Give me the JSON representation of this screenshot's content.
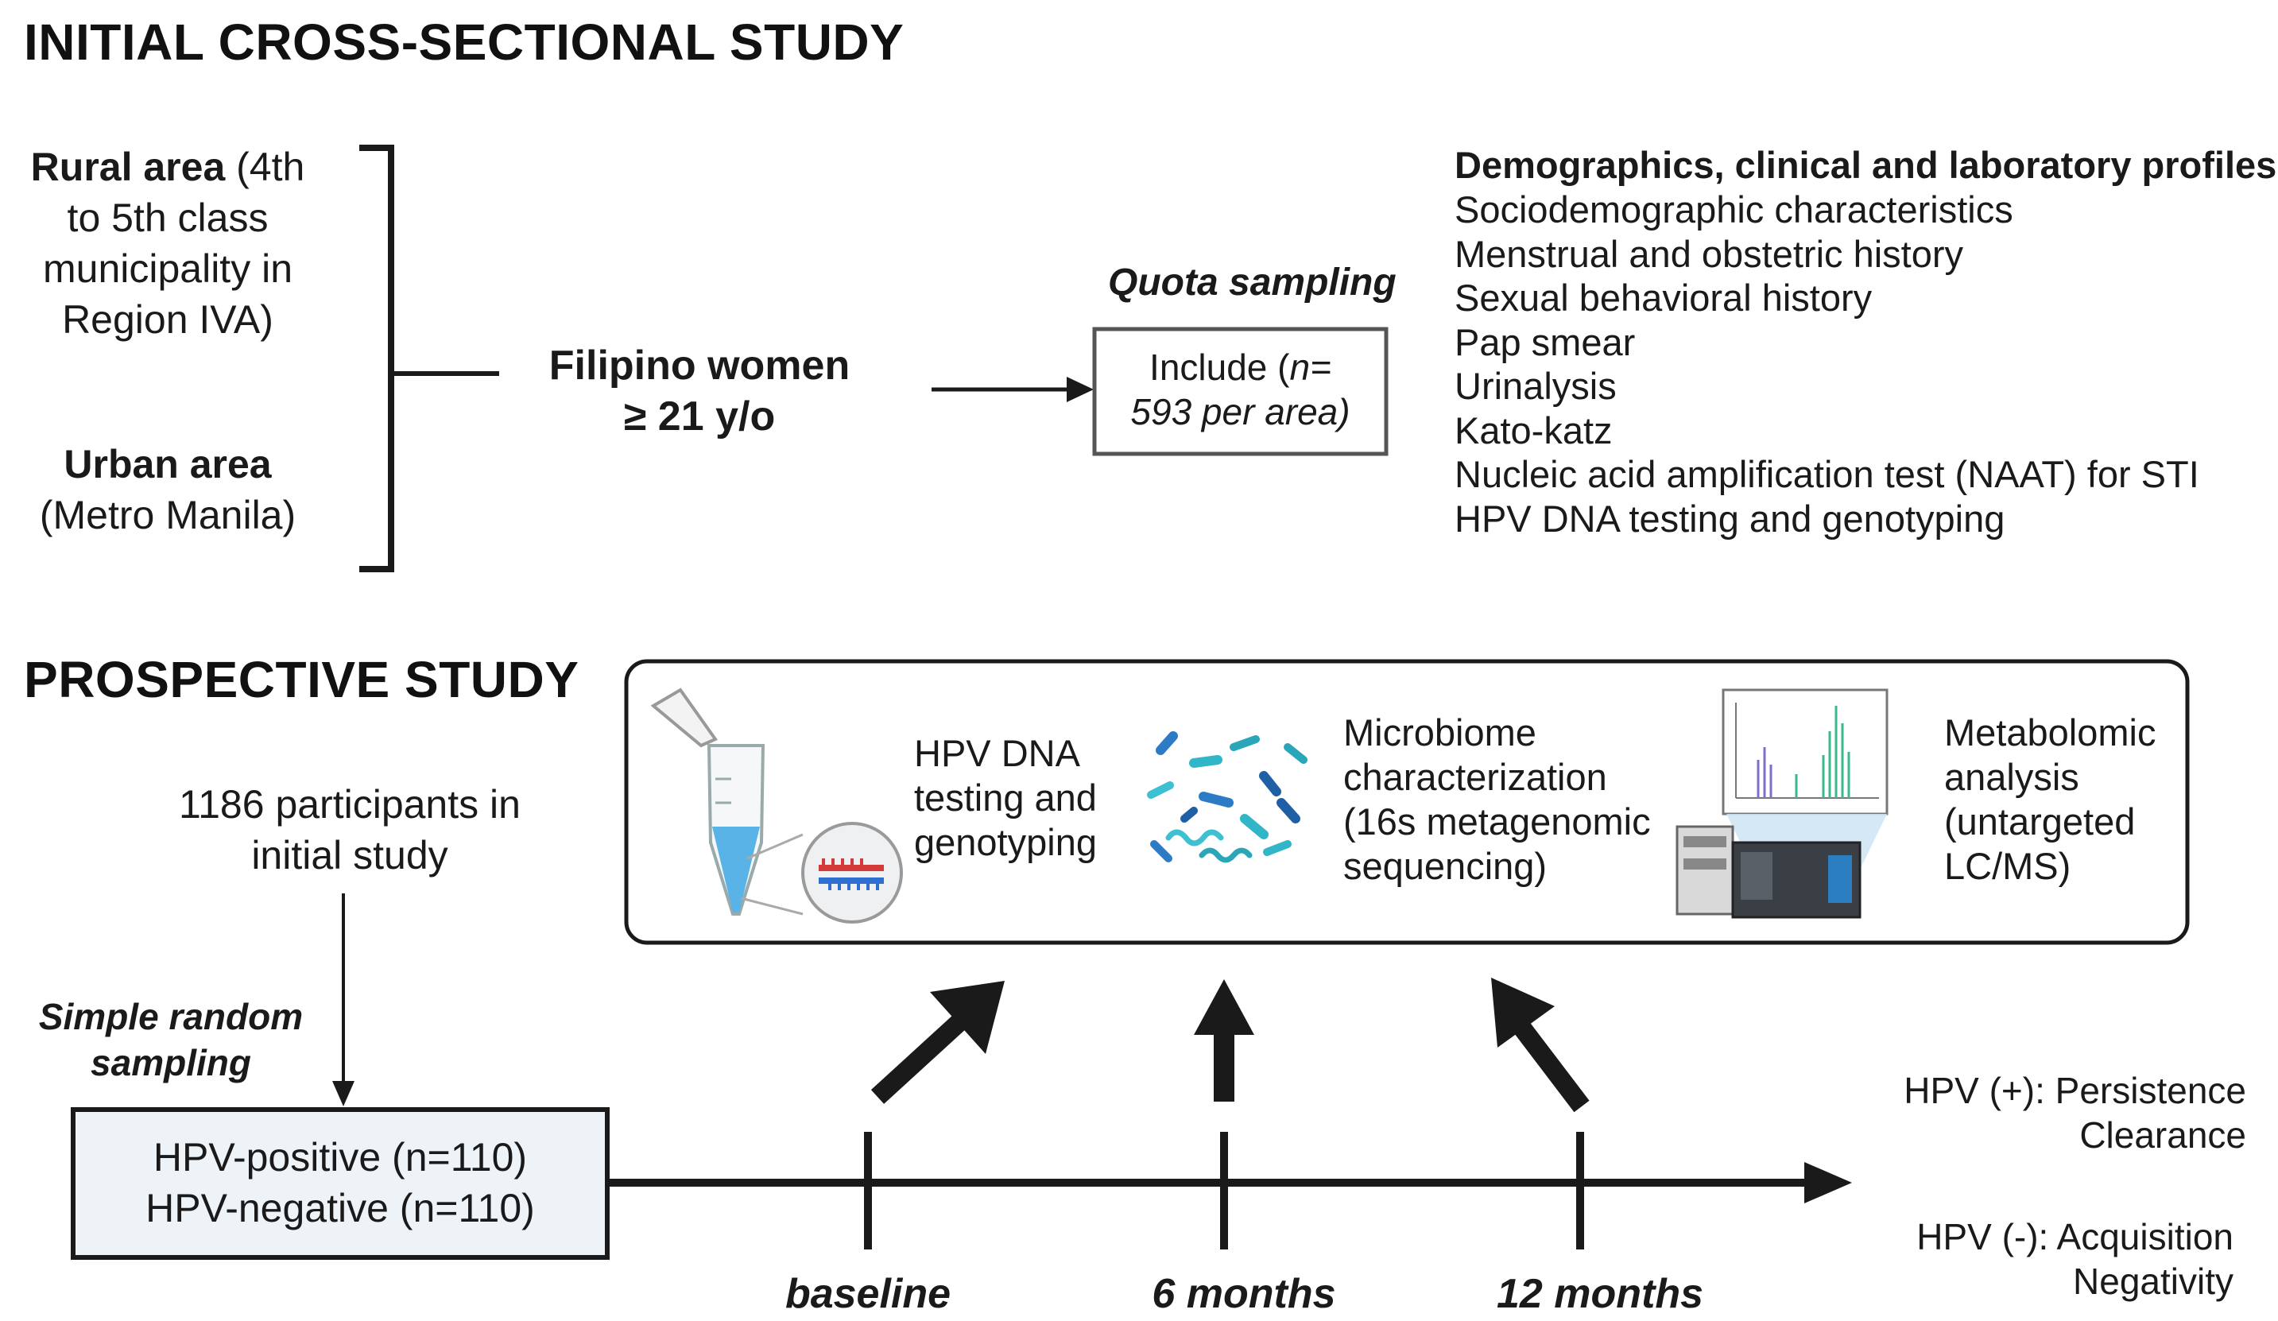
{
  "cross_sectional": {
    "heading": "INITIAL CROSS-SECTIONAL STUDY",
    "rural": {
      "bold": "Rural area",
      "rest1": " (4th",
      "line2": "to 5th class",
      "line3": "municipality in",
      "line4": "Region IVA)"
    },
    "urban": {
      "bold": "Urban area",
      "line2": "(Metro Manila)"
    },
    "population": {
      "line1": "Filipino women",
      "line2": "≥ 21 y/o"
    },
    "sampling": "Quota sampling",
    "include": {
      "word": "Include (",
      "n": "n=",
      "line2": "593 per area)"
    },
    "profiles": {
      "title": "Demographics, clinical and laboratory profiles",
      "items": [
        "Sociodemographic characteristics",
        "Menstrual and obstetric history",
        "Sexual behavioral history",
        "Pap smear",
        "Urinalysis",
        "Kato-katz",
        "Nucleic acid amplification test (NAAT) for STI",
        "HPV DNA testing and genotyping"
      ]
    }
  },
  "prospective": {
    "heading": "PROSPECTIVE STUDY",
    "participants": {
      "line1": "1186 participants in",
      "line2": "initial study"
    },
    "sampling": {
      "line1": "Simple random",
      "line2": "sampling"
    },
    "groups": {
      "line1": "HPV-positive (n=110)",
      "line2": "HPV-negative (n=110)"
    },
    "assays": {
      "hpv": {
        "line1": "HPV DNA",
        "line2": "testing  and",
        "line3": "genotyping"
      },
      "microbiome": {
        "line1": "Microbiome",
        "line2": "characterization",
        "line3": "(16s metagenomic",
        "line4": "sequencing)"
      },
      "metabolomic": {
        "line1": "Metabolomic",
        "line2": "analysis",
        "line3": "(untargeted",
        "line4": "LC/MS)"
      }
    },
    "timepoints": [
      "baseline",
      "6 months",
      "12 months"
    ],
    "outcomes": {
      "pos_label": "HPV (+): Persistence",
      "pos_sub": "Clearance",
      "neg_label": "HPV (-): Acquisition",
      "neg_sub": "Negativity"
    }
  }
}
